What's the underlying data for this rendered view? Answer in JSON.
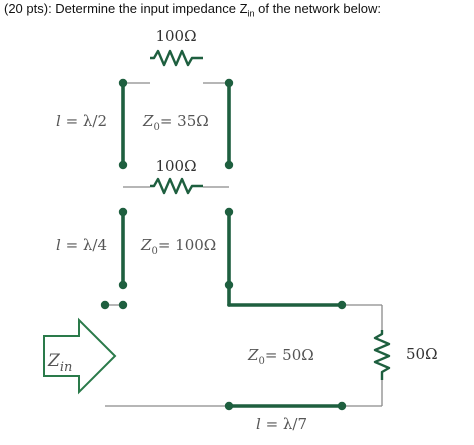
{
  "header": {
    "title_prefix": "(20 pts): Determine the input impedance Z",
    "title_sub": "in",
    "title_suffix": " of the network below:"
  },
  "diagram": {
    "top_resistor": "100Ω",
    "middle_resistor": "100Ω",
    "load_resistor": "50Ω",
    "line1_length_l": "l",
    "line1_length_eq": " = λ/2",
    "line1_z": "Z",
    "line1_z_sub": "0",
    "line1_z_val": "= 35Ω",
    "line2_length_l": "l",
    "line2_length_eq": " = λ/4",
    "line2_z": "Z",
    "line2_z_sub": "0",
    "line2_z_val": "= 100Ω",
    "line3_z": "Z",
    "line3_z_sub": "0",
    "line3_z_val": "= 50Ω",
    "line3_length_l": "l",
    "line3_length_eq": " = λ/7",
    "zin_z": "Z",
    "zin_sub": "in"
  },
  "colors": {
    "line": "#1e5f3f",
    "wire": "#8a8a8a",
    "arrow": "#2a7a4a"
  }
}
